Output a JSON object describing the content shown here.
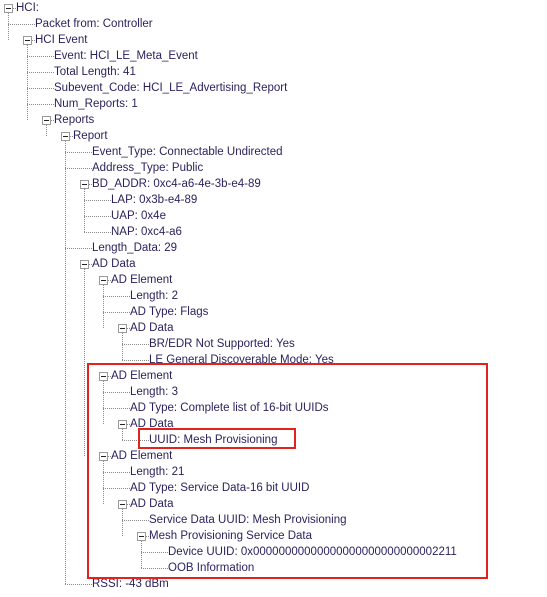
{
  "tree": [
    {
      "label": "HCI:",
      "depth": 0,
      "expandable": true
    },
    {
      "label": "Packet from: Controller",
      "depth": 1
    },
    {
      "label": "HCI Event",
      "depth": 1,
      "expandable": true
    },
    {
      "label": "Event: HCI_LE_Meta_Event",
      "depth": 2
    },
    {
      "label": "Total Length: 41",
      "depth": 2
    },
    {
      "label": "Subevent_Code: HCI_LE_Advertising_Report",
      "depth": 2
    },
    {
      "label": "Num_Reports: 1",
      "depth": 2
    },
    {
      "label": "Reports",
      "depth": 2,
      "expandable": true
    },
    {
      "label": "Report",
      "depth": 3,
      "expandable": true
    },
    {
      "label": "Event_Type: Connectable Undirected",
      "depth": 4
    },
    {
      "label": "Address_Type: Public",
      "depth": 4
    },
    {
      "label": "BD_ADDR: 0xc4-a6-4e-3b-e4-89",
      "depth": 4,
      "expandable": true
    },
    {
      "label": "LAP: 0x3b-e4-89",
      "depth": 5
    },
    {
      "label": "UAP: 0x4e",
      "depth": 5
    },
    {
      "label": "NAP: 0xc4-a6",
      "depth": 5
    },
    {
      "label": "Length_Data: 29",
      "depth": 4
    },
    {
      "label": "AD Data",
      "depth": 4,
      "expandable": true
    },
    {
      "label": "AD Element",
      "depth": 5,
      "expandable": true
    },
    {
      "label": "Length: 2",
      "depth": 6
    },
    {
      "label": "AD Type: Flags",
      "depth": 6
    },
    {
      "label": "AD Data",
      "depth": 6,
      "expandable": true
    },
    {
      "label": "BR/EDR Not Supported: Yes",
      "depth": 7
    },
    {
      "label": "LE General Discoverable Mode: Yes",
      "depth": 7
    },
    {
      "label": "AD Element",
      "depth": 5,
      "expandable": true
    },
    {
      "label": "Length: 3",
      "depth": 6
    },
    {
      "label": "AD Type: Complete list of 16-bit UUIDs",
      "depth": 6
    },
    {
      "label": "AD Data",
      "depth": 6,
      "expandable": true
    },
    {
      "label": "UUID: Mesh Provisioning",
      "depth": 7
    },
    {
      "label": "AD Element",
      "depth": 5,
      "expandable": true
    },
    {
      "label": "Length: 21",
      "depth": 6
    },
    {
      "label": "AD Type: Service Data-16 bit UUID",
      "depth": 6
    },
    {
      "label": "AD Data",
      "depth": 6,
      "expandable": true
    },
    {
      "label": "Service Data UUID: Mesh Provisioning",
      "depth": 7
    },
    {
      "label": "Mesh Provisioning Service Data",
      "depth": 7,
      "expandable": true
    },
    {
      "label": "Device UUID: 0x00000000000000000000000000002211",
      "depth": 8
    },
    {
      "label": "OOB Information",
      "depth": 8
    },
    {
      "label": "RSSI: -43 dBm",
      "depth": 4
    }
  ],
  "highlights": [
    {
      "name": "highlight-box-ad-elements",
      "color": "#e0231c"
    },
    {
      "name": "highlight-box-uuid-mesh-provisioning",
      "color": "#e0231c"
    }
  ]
}
